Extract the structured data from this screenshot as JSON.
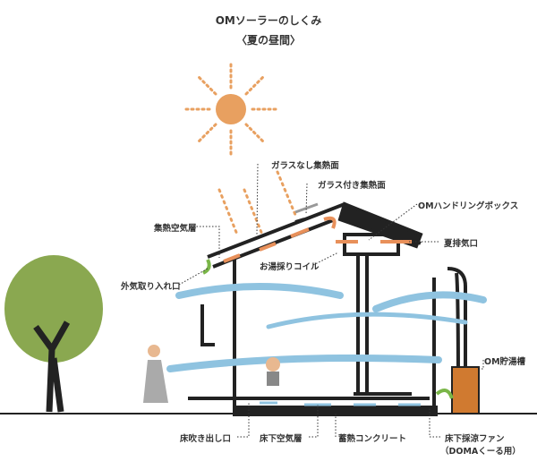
{
  "title": "OMソーラーのしくみ",
  "subtitle": "〈夏の昼間〉",
  "labels": {
    "no_glass_collector": "ガラスなし集熱面",
    "glass_collector": "ガラス付き集熱面",
    "air_layer": "集熱空気層",
    "handling_box": "OMハンドリングボックス",
    "summer_exhaust": "夏排気口",
    "hot_water_coil": "お湯採りコイル",
    "outside_air_intake": "外気取り入れ口",
    "hot_water_tank": "OM貯湯槽",
    "floor_outlet": "床吹き出し口",
    "underfloor_air_layer": "床下空気層",
    "thermal_concrete": "蓄熱コンクリート",
    "underfloor_fan": "床下採涼ファン",
    "underfloor_fan_note": "（DOMAくーる用）"
  },
  "colors": {
    "sun": "#e8a060",
    "air_cool": "#8fc3e0",
    "air_warm": "#e8905a",
    "tank": "#d07a30",
    "tree": "#8aa850",
    "intake": "#7ab648"
  }
}
